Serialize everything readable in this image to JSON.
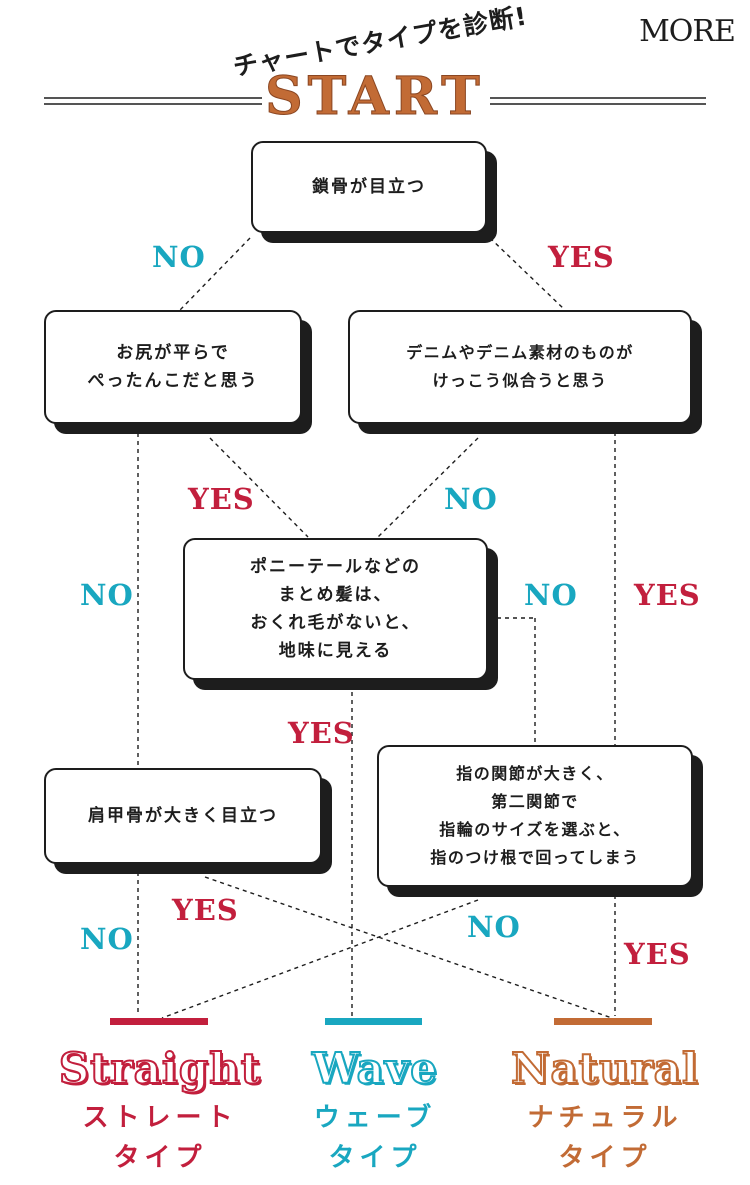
{
  "brand": {
    "logo": "MORE"
  },
  "header": {
    "subtitle": "チャートでタイプを診断!",
    "start": "START"
  },
  "questions": {
    "q1": "鎖骨が目立つ",
    "q2": "お尻が平らで\nぺったんこだと思う",
    "q3": "デニムやデニム素材のものが\nけっこう似合うと思う",
    "q4": "ポニーテールなどの\nまとめ髪は、\nおくれ毛がないと、\n地味に見える",
    "q5": "肩甲骨が大きく目立つ",
    "q6": "指の関節が大きく、\n第二関節で\n指輪のサイズを選ぶと、\n指のつけ根で回ってしまう"
  },
  "answers": {
    "no": "NO",
    "yes": "YES"
  },
  "results": {
    "straight": {
      "en": "Straight",
      "jp_line1": "ストレート",
      "jp_line2": "タイプ"
    },
    "wave": {
      "en": "Wave",
      "jp_line1": "ウェーブ",
      "jp_line2": "タイプ"
    },
    "natural": {
      "en": "Natural",
      "jp_line1": "ナチュラル",
      "jp_line2": "タイプ"
    }
  },
  "colors": {
    "ink": "#1d1d1d",
    "no": "#19a7c0",
    "yes": "#c21f3d",
    "straight": "#c21f3d",
    "wave": "#19a7c0",
    "natural": "#c26b35"
  }
}
